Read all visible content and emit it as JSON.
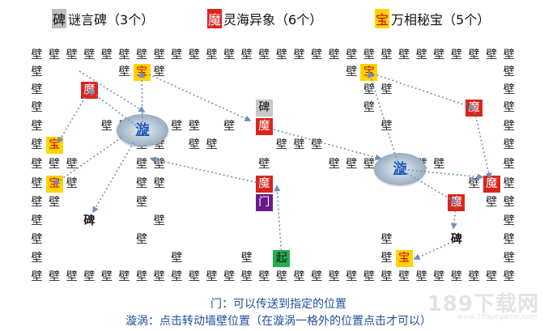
{
  "legend": {
    "stele": {
      "glyph": "碑",
      "text": "谜言碑（3个）"
    },
    "demon": {
      "glyph": "魔",
      "text": "灵海异象（6个）"
    },
    "treasure": {
      "glyph": "宝",
      "text": "万相秘宝（5个）"
    }
  },
  "glyphs": {
    "wall": "壁",
    "stele": "碑",
    "demon": "魔",
    "treasure": "宝",
    "door": "门",
    "start": "起",
    "vortex": "漩"
  },
  "notes": {
    "door": "门：可以传送到指定的位置",
    "vortex": "漩涡：点击转动墙壁位置（在漩涡一格外的位置点击才可以）"
  },
  "watermark": {
    "main": "189下载网",
    "sub": "www.189pcgame.com"
  },
  "colors": {
    "stele": "#c8c8c8",
    "demon": "#d9261c",
    "treasure": "#ffd400",
    "door": "#6a1b8a",
    "start": "#22b14c",
    "arrow": "#6f8fbd"
  }
}
